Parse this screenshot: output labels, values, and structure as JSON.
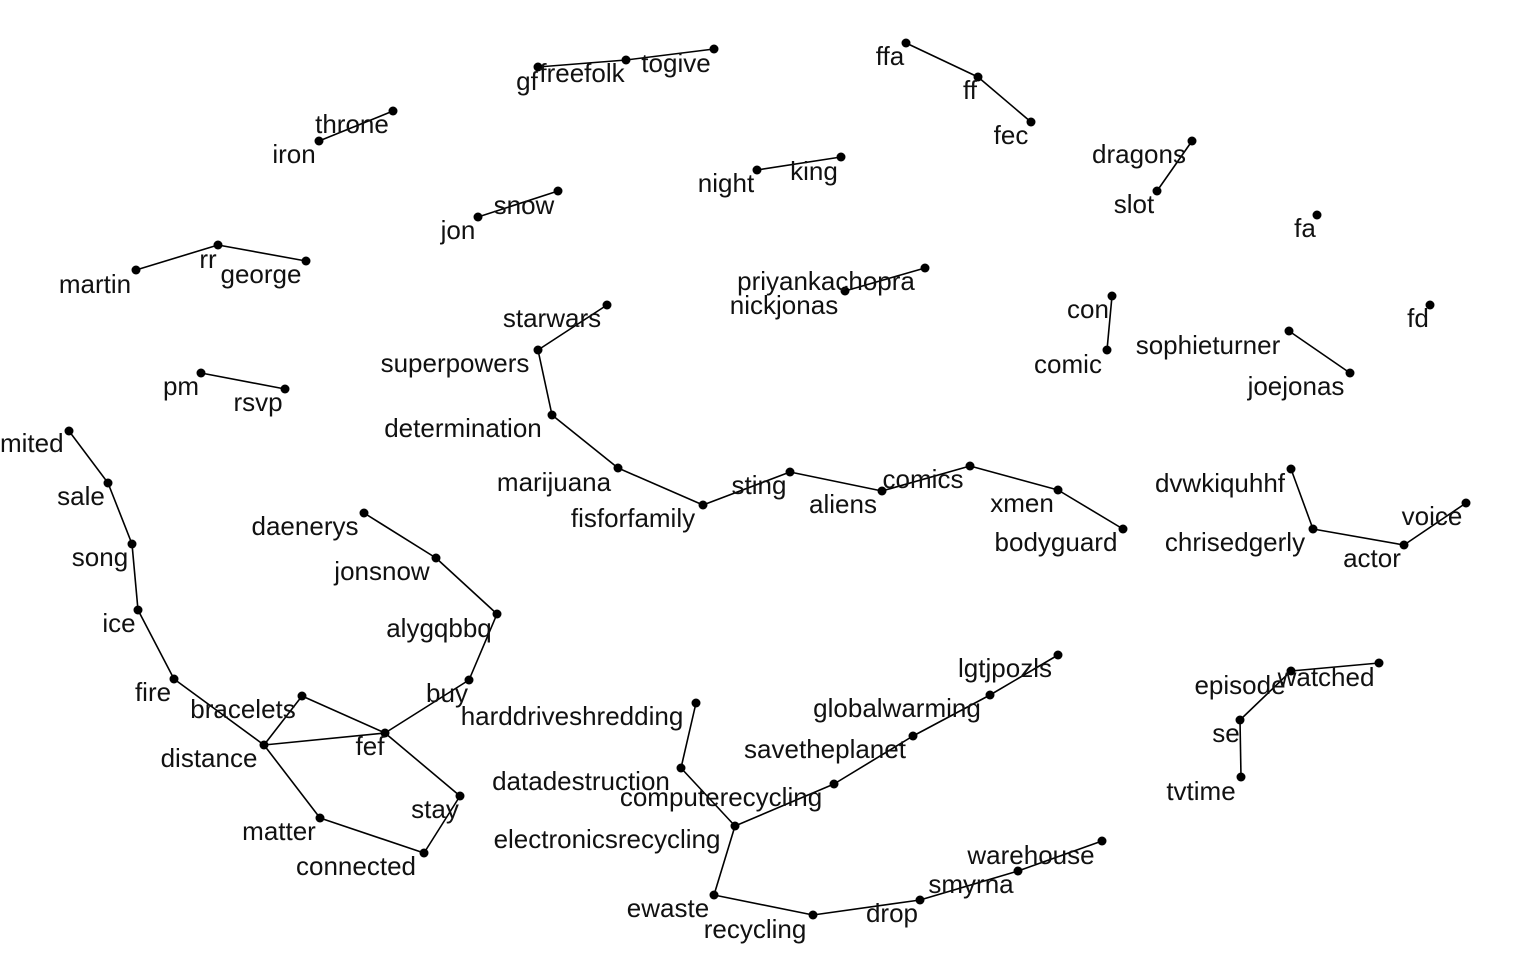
{
  "graph": {
    "colors": {
      "edge": "#000000",
      "node": "#000000",
      "label": "#111111",
      "background": "#ffffff"
    },
    "nodes": [
      {
        "id": "gf",
        "label": "gf"
      },
      {
        "id": "freefolk",
        "label": "freefolk"
      },
      {
        "id": "togive",
        "label": "togive"
      },
      {
        "id": "ffa",
        "label": "ffa"
      },
      {
        "id": "ff",
        "label": "ff"
      },
      {
        "id": "fec",
        "label": "fec"
      },
      {
        "id": "throne",
        "label": "throne"
      },
      {
        "id": "iron",
        "label": "iron"
      },
      {
        "id": "dragons",
        "label": "dragons"
      },
      {
        "id": "slot",
        "label": "slot"
      },
      {
        "id": "night",
        "label": "night"
      },
      {
        "id": "king",
        "label": "king"
      },
      {
        "id": "snow",
        "label": "snow"
      },
      {
        "id": "jon",
        "label": "jon"
      },
      {
        "id": "fa",
        "label": "fa"
      },
      {
        "id": "rr",
        "label": "rr"
      },
      {
        "id": "martin",
        "label": "martin"
      },
      {
        "id": "george",
        "label": "george"
      },
      {
        "id": "priyankachopra",
        "label": "priyankachopra"
      },
      {
        "id": "nickjonas",
        "label": "nickjonas"
      },
      {
        "id": "fd",
        "label": "fd"
      },
      {
        "id": "con",
        "label": "con"
      },
      {
        "id": "comic",
        "label": "comic"
      },
      {
        "id": "sophieturner",
        "label": "sophieturner"
      },
      {
        "id": "joejonas",
        "label": "joejonas"
      },
      {
        "id": "starwars",
        "label": "starwars"
      },
      {
        "id": "superpowers",
        "label": "superpowers"
      },
      {
        "id": "determination",
        "label": "determination"
      },
      {
        "id": "marijuana",
        "label": "marijuana"
      },
      {
        "id": "fisforfamily",
        "label": "fisforfamily"
      },
      {
        "id": "sting",
        "label": "sting"
      },
      {
        "id": "aliens",
        "label": "aliens"
      },
      {
        "id": "comics",
        "label": "comics"
      },
      {
        "id": "xmen",
        "label": "xmen"
      },
      {
        "id": "bodyguard",
        "label": "bodyguard"
      },
      {
        "id": "pm",
        "label": "pm"
      },
      {
        "id": "rsvp",
        "label": "rsvp"
      },
      {
        "id": "limited",
        "label": "mited"
      },
      {
        "id": "sale",
        "label": "sale"
      },
      {
        "id": "song",
        "label": "song"
      },
      {
        "id": "ice",
        "label": "ice"
      },
      {
        "id": "fire",
        "label": "fire"
      },
      {
        "id": "distance",
        "label": "distance"
      },
      {
        "id": "bracelets",
        "label": "bracelets"
      },
      {
        "id": "fef",
        "label": "fef"
      },
      {
        "id": "matter",
        "label": "matter"
      },
      {
        "id": "connected",
        "label": "connected"
      },
      {
        "id": "stay",
        "label": "stay"
      },
      {
        "id": "buy",
        "label": "buy"
      },
      {
        "id": "alygqbbq",
        "label": "alygqbbq"
      },
      {
        "id": "jonsnow",
        "label": "jonsnow"
      },
      {
        "id": "daenerys",
        "label": "daenerys"
      },
      {
        "id": "dvwkiquhhf",
        "label": "dvwkiquhhf"
      },
      {
        "id": "chrisedgerly",
        "label": "chrisedgerly"
      },
      {
        "id": "actor",
        "label": "actor"
      },
      {
        "id": "voice",
        "label": "voice"
      },
      {
        "id": "harddriveshredding",
        "label": "harddriveshredding"
      },
      {
        "id": "datadestruction",
        "label": "datadestruction"
      },
      {
        "id": "computerecycling",
        "label": "computerecycling"
      },
      {
        "id": "electronicsrecycling",
        "label": "electronicsrecycling"
      },
      {
        "id": "ewaste",
        "label": "ewaste"
      },
      {
        "id": "recycling",
        "label": "recycling"
      },
      {
        "id": "drop",
        "label": "drop"
      },
      {
        "id": "smyrna",
        "label": "smyrna"
      },
      {
        "id": "warehouse",
        "label": "warehouse"
      },
      {
        "id": "savetheplanet",
        "label": "savetheplanet"
      },
      {
        "id": "globalwarming",
        "label": "globalwarming"
      },
      {
        "id": "lgtjpozls",
        "label": "lgtjpozls"
      },
      {
        "id": "episode",
        "label": "episode"
      },
      {
        "id": "watched",
        "label": "watched"
      },
      {
        "id": "se",
        "label": "se"
      },
      {
        "id": "tvtime",
        "label": "tvtime"
      }
    ],
    "edges": [
      [
        "gf",
        "freefolk"
      ],
      [
        "freefolk",
        "togive"
      ],
      [
        "ffa",
        "ff"
      ],
      [
        "ff",
        "fec"
      ],
      [
        "throne",
        "iron"
      ],
      [
        "dragons",
        "slot"
      ],
      [
        "night",
        "king"
      ],
      [
        "snow",
        "jon"
      ],
      [
        "martin",
        "rr"
      ],
      [
        "rr",
        "george"
      ],
      [
        "priyankachopra",
        "nickjonas"
      ],
      [
        "con",
        "comic"
      ],
      [
        "sophieturner",
        "joejonas"
      ],
      [
        "starwars",
        "superpowers"
      ],
      [
        "superpowers",
        "determination"
      ],
      [
        "determination",
        "marijuana"
      ],
      [
        "marijuana",
        "fisforfamily"
      ],
      [
        "fisforfamily",
        "sting"
      ],
      [
        "sting",
        "aliens"
      ],
      [
        "aliens",
        "comics"
      ],
      [
        "comics",
        "xmen"
      ],
      [
        "xmen",
        "bodyguard"
      ],
      [
        "pm",
        "rsvp"
      ],
      [
        "limited",
        "sale"
      ],
      [
        "sale",
        "song"
      ],
      [
        "song",
        "ice"
      ],
      [
        "ice",
        "fire"
      ],
      [
        "fire",
        "distance"
      ],
      [
        "distance",
        "bracelets"
      ],
      [
        "distance",
        "fef"
      ],
      [
        "distance",
        "matter"
      ],
      [
        "bracelets",
        "fef"
      ],
      [
        "matter",
        "connected"
      ],
      [
        "connected",
        "stay"
      ],
      [
        "stay",
        "fef"
      ],
      [
        "fef",
        "buy"
      ],
      [
        "buy",
        "alygqbbq"
      ],
      [
        "alygqbbq",
        "jonsnow"
      ],
      [
        "jonsnow",
        "daenerys"
      ],
      [
        "dvwkiquhhf",
        "chrisedgerly"
      ],
      [
        "chrisedgerly",
        "actor"
      ],
      [
        "actor",
        "voice"
      ],
      [
        "harddriveshredding",
        "datadestruction"
      ],
      [
        "datadestruction",
        "electronicsrecycling"
      ],
      [
        "electronicsrecycling",
        "computerecycling"
      ],
      [
        "computerecycling",
        "savetheplanet"
      ],
      [
        "savetheplanet",
        "globalwarming"
      ],
      [
        "globalwarming",
        "lgtjpozls"
      ],
      [
        "electronicsrecycling",
        "ewaste"
      ],
      [
        "ewaste",
        "recycling"
      ],
      [
        "recycling",
        "drop"
      ],
      [
        "drop",
        "smyrna"
      ],
      [
        "smyrna",
        "warehouse"
      ],
      [
        "episode",
        "watched"
      ],
      [
        "episode",
        "se"
      ],
      [
        "se",
        "tvtime"
      ]
    ]
  }
}
